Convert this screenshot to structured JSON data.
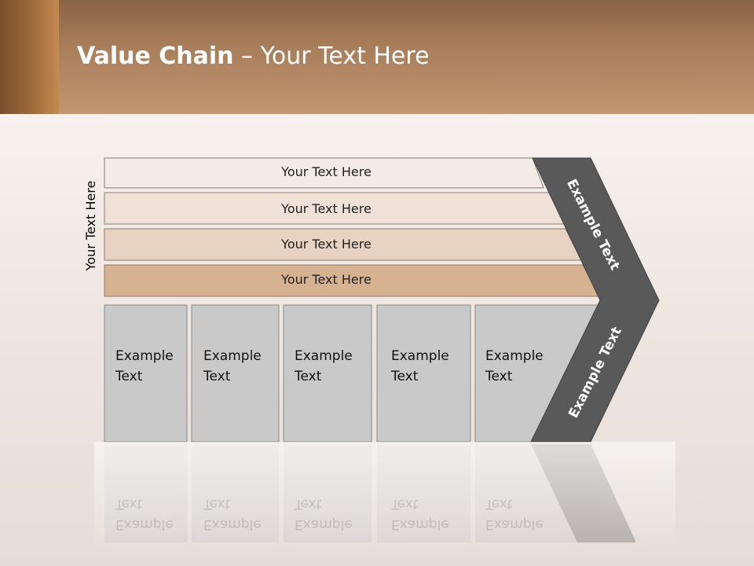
{
  "slide": {
    "title_bold": "Value Chain",
    "title_rest": " – Your Text Here",
    "side_label": "Your Text Here"
  },
  "bands": [
    "Your Text Here",
    "Your Text Here",
    "Your Text Here",
    "Your Text Here"
  ],
  "boxes": [
    {
      "line1": "Example",
      "line2": "Text"
    },
    {
      "line1": "Example",
      "line2": "Text"
    },
    {
      "line1": "Example",
      "line2": "Text"
    },
    {
      "line1": "Example",
      "line2": "Text"
    },
    {
      "line1": "Example",
      "line2": "Text"
    }
  ],
  "chevron": {
    "upper_label": "Example Text",
    "lower_label": "Example Text"
  },
  "colors": {
    "header": "#a87d5a",
    "band_fills": [
      "#f3ebe6",
      "#efe1d7",
      "#e8d2c1",
      "#d7b291"
    ],
    "box_fill": "#c9c9c9",
    "chevron": "#595959"
  }
}
